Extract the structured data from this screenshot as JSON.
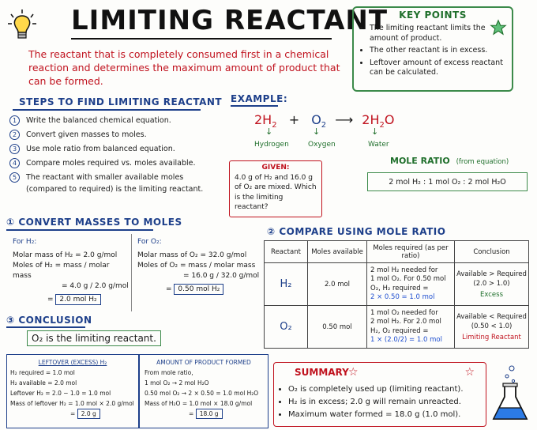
{
  "title": "LIMITING REACTANT",
  "intro": "The reactant that is completely consumed first in a chemical reaction and determines the maximum amount of product that can be formed.",
  "key_points": {
    "title": "KEY POINTS",
    "items": [
      "The limiting reactant limits the amount of product.",
      "The other reactant is in excess.",
      "Leftover amount of excess reactant can be calculated."
    ]
  },
  "steps": {
    "title": "STEPS TO FIND LIMITING REACTANT",
    "items": [
      {
        "n": "1",
        "text": "Write the balanced chemical equation."
      },
      {
        "n": "2",
        "text": "Convert given masses to moles."
      },
      {
        "n": "3",
        "text": "Use mole ratio from balanced equation."
      },
      {
        "n": "4",
        "text": "Compare moles required vs. moles available."
      },
      {
        "n": "5",
        "text": "The reactant with smaller available moles (compared to required) is the limiting reactant."
      }
    ]
  },
  "example": {
    "title": "EXAMPLE:",
    "coef_h2": "2H",
    "sub2": "2",
    "plus": "+",
    "o2": "O",
    "arrow": "⟶",
    "coef_h2o": "2H",
    "h2o_end": "O",
    "down": "↓",
    "label_hydrogen": "Hydrogen",
    "label_oxygen": "Oxygen",
    "label_water": "Water"
  },
  "given": {
    "title": "GIVEN:",
    "text": "4.0 g of H₂ and 16.0 g of O₂ are mixed. Which is the limiting reactant?"
  },
  "mole_ratio": {
    "title": "MOLE RATIO",
    "note": "(from equation)",
    "value": "2 mol H₂ : 1 mol O₂ : 2 mol H₂O"
  },
  "convert": {
    "title": "① CONVERT MASSES TO MOLES",
    "h2": {
      "label": "For H₂:",
      "l1": "Molar mass of H₂ = 2.0 g/mol",
      "l2": "Moles of H₂ = mass / molar mass",
      "l3": "= 4.0 g / 2.0 g/mol",
      "eq": "=",
      "result": "2.0 mol H₂"
    },
    "o2": {
      "label": "For O₂:",
      "l1": "Molar mass of O₂ = 32.0 g/mol",
      "l2": "Moles of O₂ = mass / molar mass",
      "l3": "= 16.0 g / 32.0 g/mol",
      "eq": "=",
      "result": "0.50 mol H₂"
    }
  },
  "compare": {
    "title": "② COMPARE USING MOLE RATIO",
    "headers": [
      "Reactant",
      "Moles available",
      "Moles required (as per ratio)",
      "Conclusion"
    ],
    "rows": [
      {
        "reactant": "H₂",
        "available": "2.0 mol",
        "required": [
          "2 mol H₂ needed for",
          "1 mol O₂. For 0.50 mol",
          "O₂, H₂ required =",
          "2 × 0.50 = 1.0 mol"
        ],
        "conclusion": [
          "Available > Required",
          "(2.0 > 1.0)"
        ],
        "verdict": "Excess"
      },
      {
        "reactant": "O₂",
        "available": "0.50 mol",
        "required": [
          "1 mol O₂ needed for",
          "2 mol H₂. For 2.0 mol",
          "H₂, O₂ required =",
          "1 × (2.0/2) = 1.0 mol"
        ],
        "conclusion": [
          "Available < Required",
          "(0.50 < 1.0)"
        ],
        "verdict": "Limiting Reactant"
      }
    ]
  },
  "conclusion": {
    "title": "③ CONCLUSION",
    "text": "O₂ is the limiting reactant."
  },
  "leftover": {
    "title": "LEFTOVER (EXCESS) H₂",
    "lines": [
      "H₂ required = 1.0 mol",
      "H₂ available = 2.0 mol",
      "Leftover H₂ = 2.0 − 1.0 = 1.0 mol",
      "Mass of leftover H₂ = 1.0 mol × 2.0 g/mol"
    ],
    "eq": "=",
    "result": "2.0 g"
  },
  "product": {
    "title": "AMOUNT OF PRODUCT FORMED",
    "lines": [
      "From mole ratio,",
      "1 mol O₂ → 2 mol H₂O",
      "0.50 mol O₂ → 2 × 0.50 = 1.0 mol H₂O",
      "Mass of H₂O = 1.0 mol × 18.0 g/mol"
    ],
    "eq": "=",
    "result": "18.0 g"
  },
  "summary": {
    "title": "SUMMARY",
    "items": [
      "O₂ is completely used up (limiting reactant).",
      "H₂ is in excess; 2.0 g will remain unreacted.",
      "Maximum water formed = 18.0 g (1.0 mol)."
    ]
  },
  "colors": {
    "title_red": "#c0121e",
    "section_blue": "#1d3f8a",
    "accent_green": "#1f6f2b"
  },
  "icons": [
    "lightbulb-icon",
    "star-icon",
    "flask-icon"
  ]
}
